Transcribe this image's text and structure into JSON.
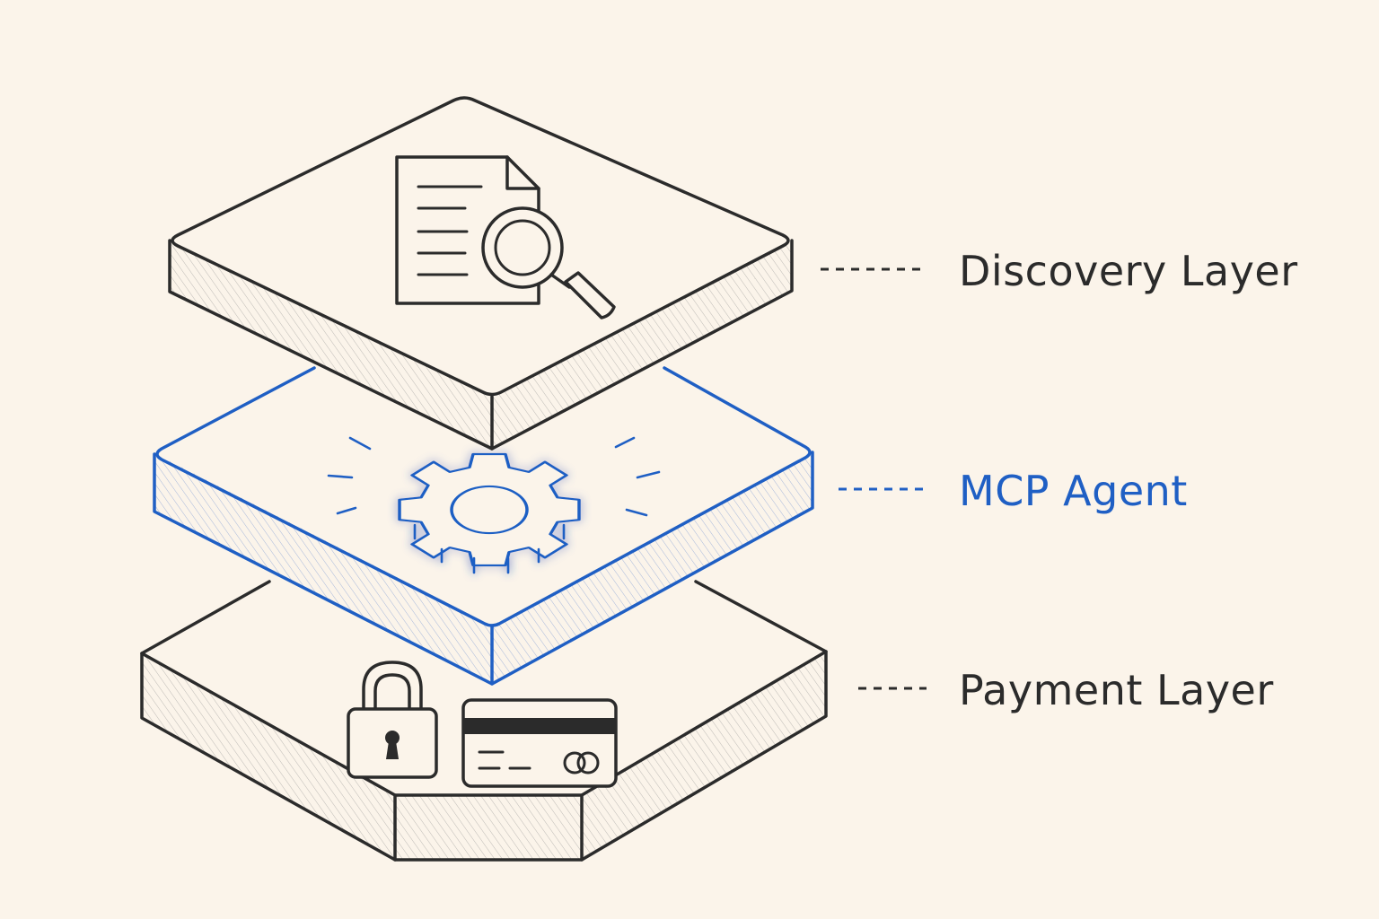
{
  "layers": [
    {
      "id": "discovery",
      "label": "Discovery Layer",
      "icons": [
        "document-icon",
        "magnifier-icon"
      ],
      "color": "#2b2b2b"
    },
    {
      "id": "agent",
      "label": "MCP Agent",
      "icons": [
        "gear-icon"
      ],
      "color": "#1f5fc4"
    },
    {
      "id": "payment",
      "label": "Payment Layer",
      "icons": [
        "padlock-icon",
        "credit-card-icon"
      ],
      "color": "#2b2b2b"
    }
  ],
  "colors": {
    "background": "#fbf4ea",
    "ink": "#2b2b2b",
    "accent": "#1f5fc4"
  }
}
